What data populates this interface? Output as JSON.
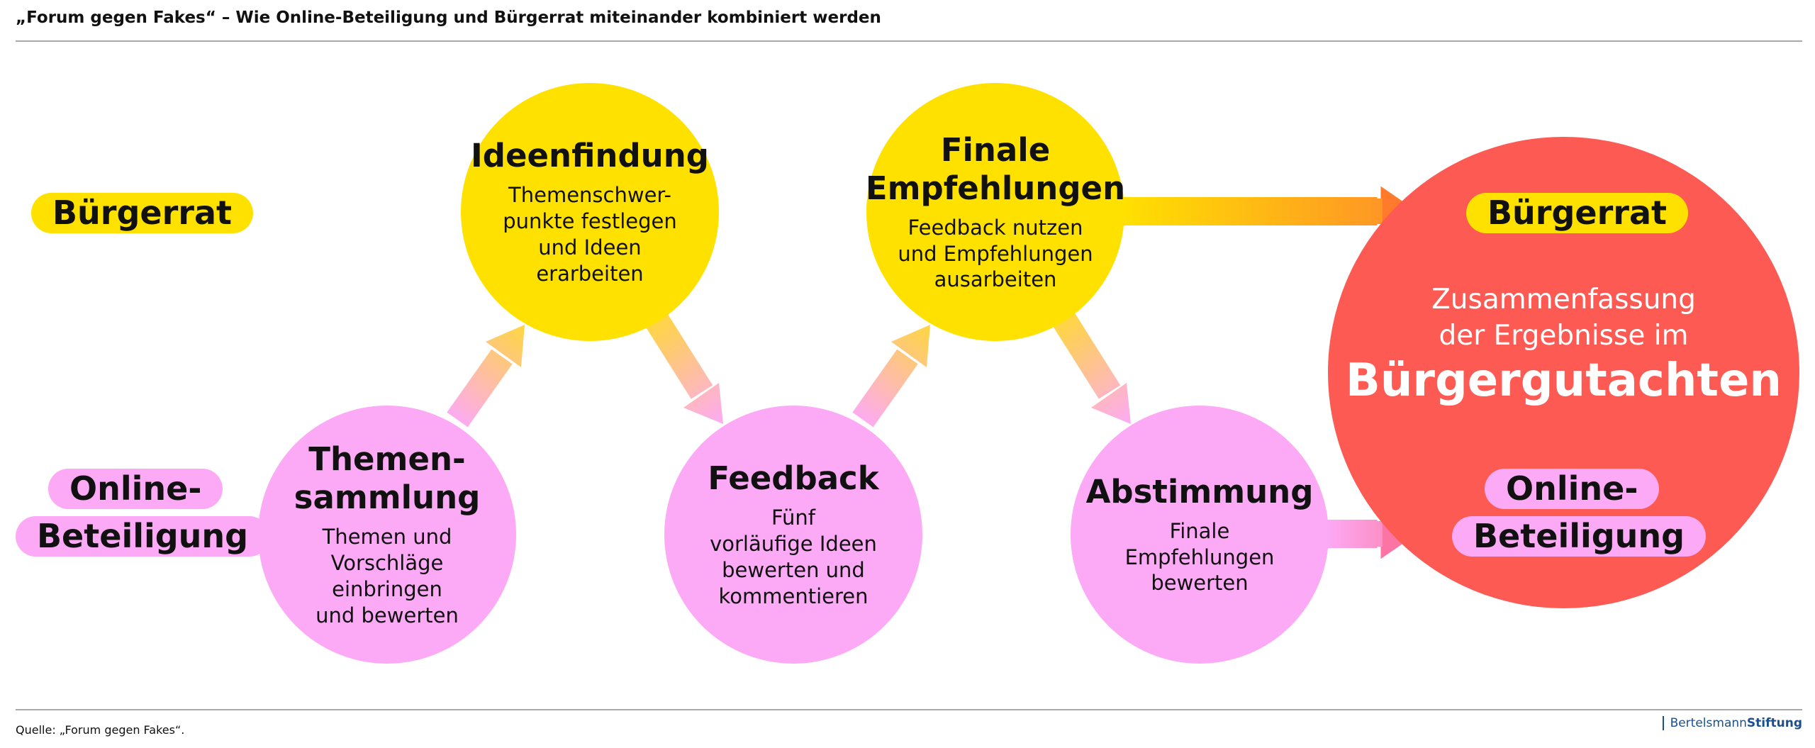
{
  "header": {
    "title": "„Forum gegen Fakes“ – Wie Online-Beteiligung und Bürgerrat miteinander kombiniert werden"
  },
  "rows": {
    "buergerrat_label": "Bürgerrat",
    "online_label_line1": "Online-",
    "online_label_line2": "Beteiligung"
  },
  "steps": [
    {
      "title": "Themen-\nsammlung",
      "desc": "Themen und\nVorschläge\neinbringen\nund bewerten",
      "track": "Online-Beteiligung"
    },
    {
      "title": "Ideenfindung",
      "desc": "Themenschwer-\npunkte festlegen\nund Ideen\nerarbeiten",
      "track": "Bürgerrat"
    },
    {
      "title": "Feedback",
      "desc": "Fünf\nvorläufige Ideen\nbewerten und\nkommentieren",
      "track": "Online-Beteiligung"
    },
    {
      "title": "Finale\nEmpfehlungen",
      "desc": "Feedback nutzen\nund Empfehlungen\nausarbeiten",
      "track": "Bürgerrat"
    },
    {
      "title": "Abstimmung",
      "desc": "Finale\nEmpfehlungen\nbewerten",
      "track": "Online-Beteiligung"
    }
  ],
  "result": {
    "buergerrat_label": "Bürgerrat",
    "subtitle": "Zusammenfassung\nder Ergebnisse im",
    "main": "Bürgergutachten",
    "online_label_line1": "Online-",
    "online_label_line2": "Beteiligung"
  },
  "footer": {
    "source": "Quelle: „Forum gegen Fakes“.",
    "logo_part1": "Bertelsmann",
    "logo_part2": "Stiftung"
  },
  "colors": {
    "yellow": "#ffe100",
    "pink": "#fdaaf6",
    "result_red": "#fc5a53",
    "arrow_orange": "#ff9a2e"
  }
}
